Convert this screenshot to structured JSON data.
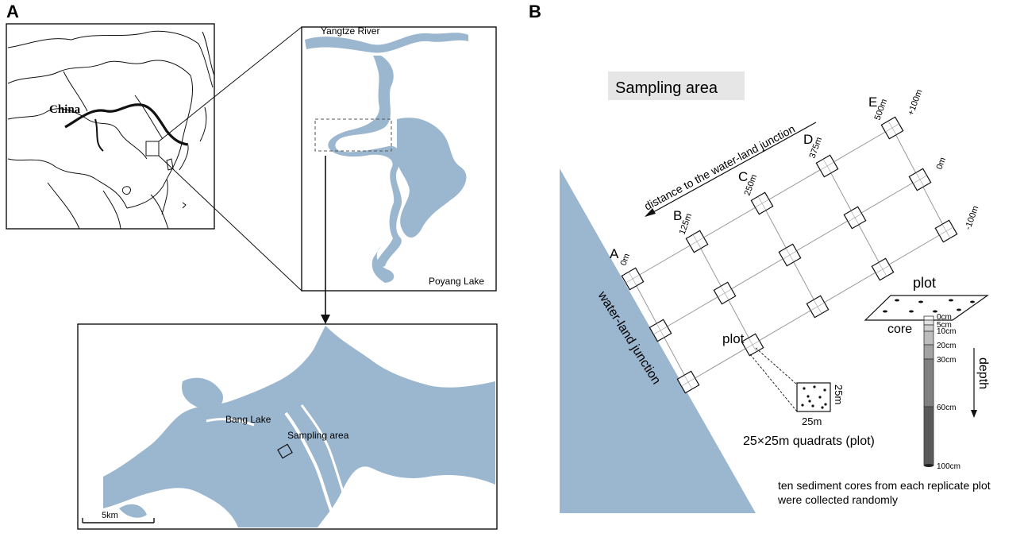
{
  "panel_a": {
    "letter": "A",
    "china_label": "China",
    "river_label": "Yangtze River",
    "lake_label": "Poyang Lake",
    "bang_lake_label": "Bang Lake",
    "sampling_label": "Sampling area",
    "scale_label": "5km"
  },
  "panel_b": {
    "letter": "B",
    "title": "Sampling area",
    "distance_label": "distance to the water-land junction",
    "junction_label": "water-land junction",
    "transects": [
      {
        "letter": "A",
        "dist": "0m"
      },
      {
        "letter": "B",
        "dist": "125m"
      },
      {
        "letter": "C",
        "dist": "250m"
      },
      {
        "letter": "D",
        "dist": "375m"
      },
      {
        "letter": "E",
        "dist": "500m"
      }
    ],
    "offsets": [
      "+100m",
      "0m",
      "-100m"
    ],
    "plot_label": "plot",
    "quadrat_side": "25m",
    "quadrat_caption": "25×25m quadrats (plot)",
    "core_plot_label": "plot",
    "core_label": "core",
    "depth_label": "depth",
    "depths": [
      "0cm",
      "5cm",
      "10cm",
      "20cm",
      "30cm",
      "60cm",
      "100cm"
    ],
    "note_line1": "ten sediment cores from each replicate plot",
    "note_line2": "were collected randomly"
  },
  "colors": {
    "water": "#9bb6cf",
    "line": "#111111",
    "grid": "#999999",
    "title_bg": "#e6e6e6"
  }
}
